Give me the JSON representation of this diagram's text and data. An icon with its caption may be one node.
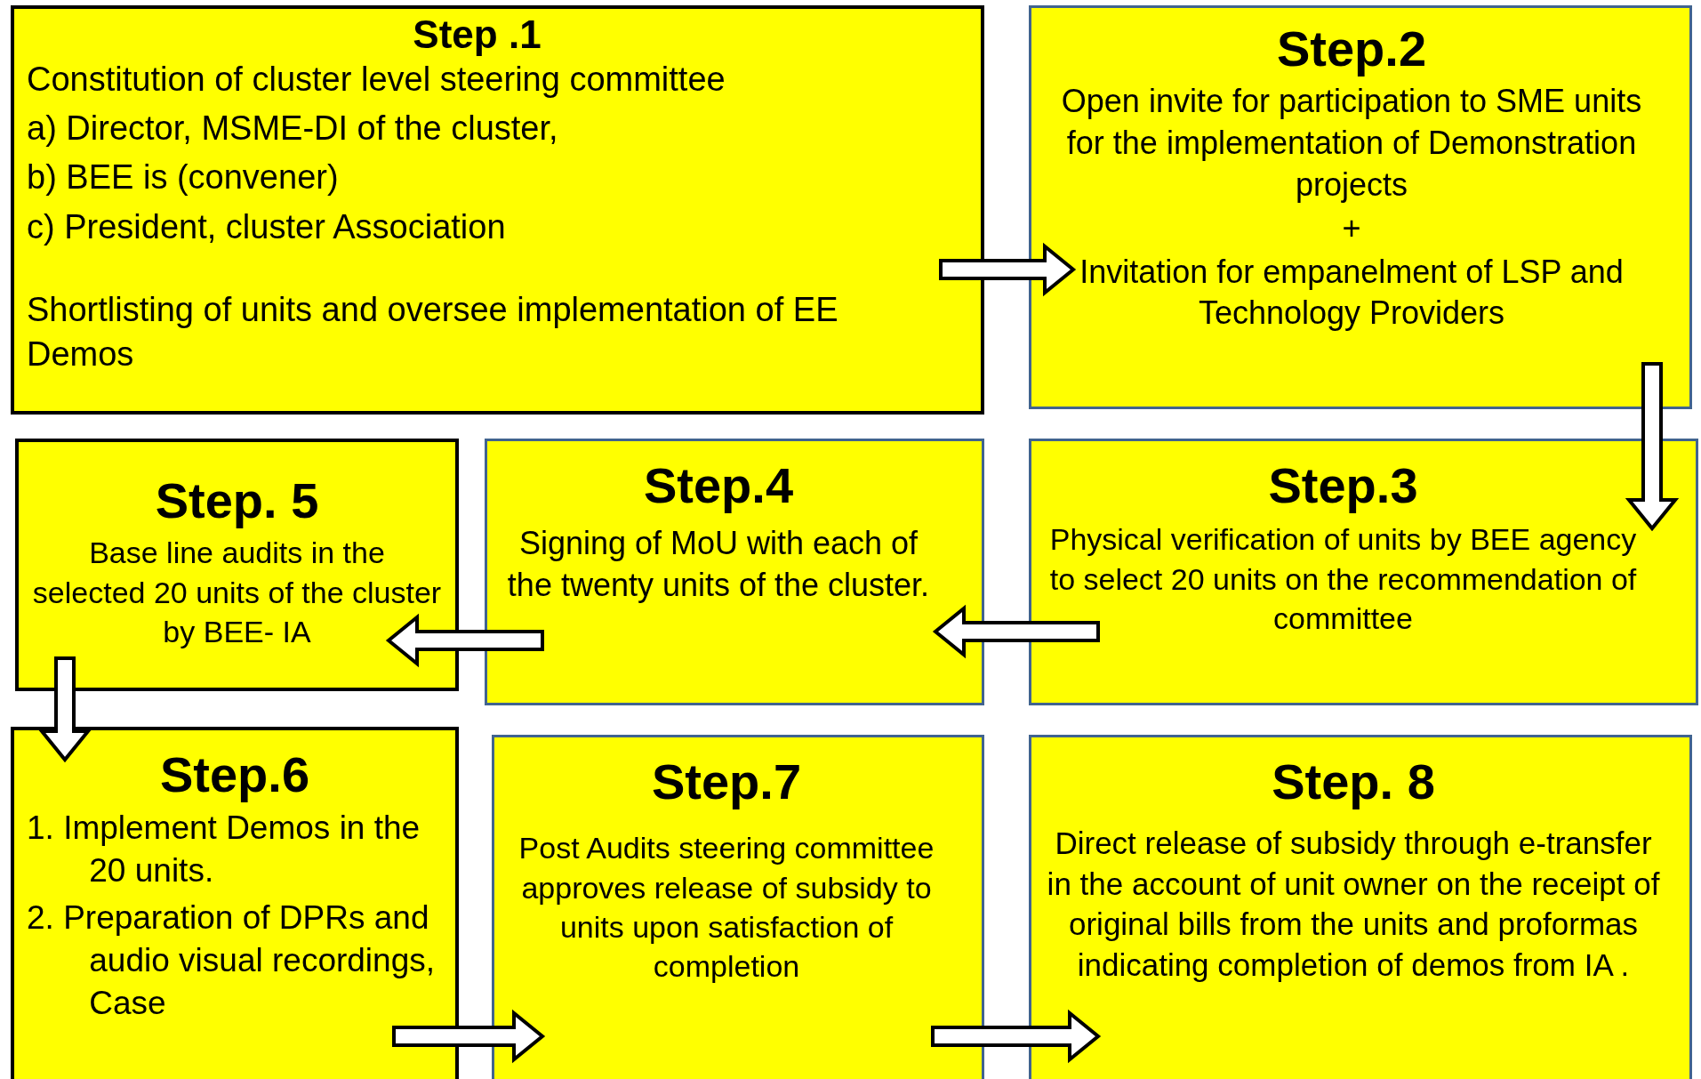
{
  "diagram": {
    "nodes": [
      {
        "text": [
          "Step .1",
          "Constitution of  cluster level  steering committee",
          "a) Director, MSME-DI of the cluster,",
          "b) BEE is (convener)",
          "c) President, cluster Association",
          "Shortlisting of units and oversee implementation of EE Demos"
        ]
      },
      {
        "text": [
          "Step.2",
          "Open invite for participation to SME units for the implementation of Demonstration projects",
          "+",
          "Invitation for empanelment of LSP and Technology Providers"
        ]
      },
      {
        "text": [
          "Step.3",
          "Physical verification of units by BEE agency  to select 20 units on the recommendation of committee"
        ]
      },
      {
        "text": [
          "Step.4",
          "Signing of MoU with each of the twenty units of the cluster."
        ]
      },
      {
        "text": [
          "Step. 5",
          "Base line audits   in the selected 20 units of the cluster by BEE- IA"
        ]
      },
      {
        "text": [
          "Step.6",
          "1. Implement Demos in the 20 units.",
          "2. Preparation of DPRs and audio visual recordings, Case"
        ]
      },
      {
        "text": [
          "Step.7",
          "Post Audits steering committee approves release of subsidy to units upon satisfaction of completion"
        ]
      },
      {
        "text": [
          "Step. 8",
          "Direct release of subsidy through e-transfer in the account of  unit owner on the receipt of original bills from the units and proformas indicating completion of demos from IA ."
        ]
      }
    ],
    "edges": [
      {
        "from": 0,
        "to": 1,
        "arrow": "to"
      },
      {
        "from": 1,
        "to": 2,
        "arrow": "to"
      },
      {
        "from": 2,
        "to": 3,
        "arrow": "to"
      },
      {
        "from": 3,
        "to": 4,
        "arrow": "to"
      },
      {
        "from": 4,
        "to": 5,
        "arrow": "to"
      },
      {
        "from": 5,
        "to": 6,
        "arrow": "to"
      },
      {
        "from": 6,
        "to": 7,
        "arrow": "to"
      }
    ]
  }
}
